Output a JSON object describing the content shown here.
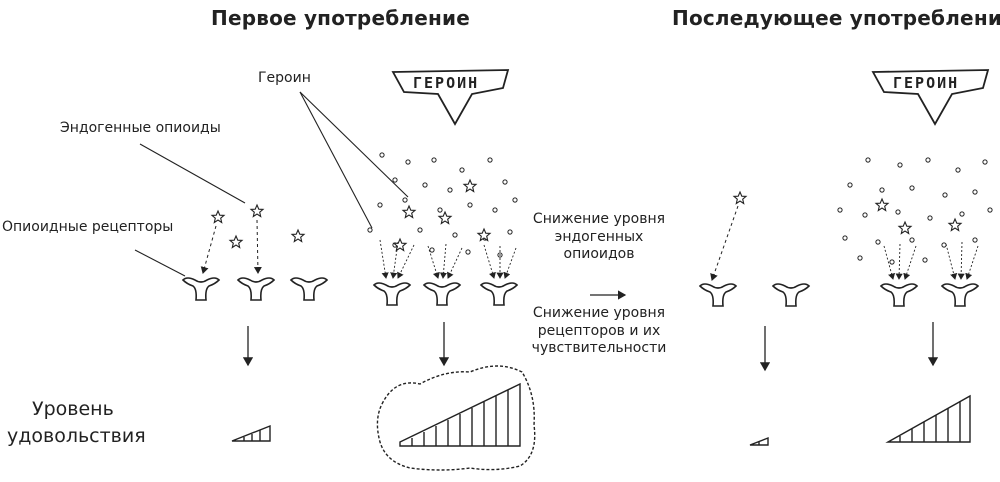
{
  "titles": {
    "first_use": "Первое употребление",
    "subsequent_use": "Последующее употребление"
  },
  "labels": {
    "heroin": "Героин",
    "endogenous_opioids": "Эндогенные опиоиды",
    "opioid_receptors": "Опиоидные рецепторы",
    "pleasure_level_line1": "Уровень",
    "pleasure_level_line2": "удовольствия"
  },
  "badges": {
    "heroin_badge_1": "ГЕРОИН",
    "heroin_badge_2": "ГЕРОИН"
  },
  "middle_notes": {
    "decrease_endogenous": [
      "Снижение уровня",
      "эндогенных",
      "опиоидов"
    ],
    "decrease_receptors": [
      "Снижение уровня",
      "рецепторов и их",
      "чувствительности"
    ]
  },
  "colors": {
    "ink": "#222222",
    "background": "#ffffff"
  }
}
